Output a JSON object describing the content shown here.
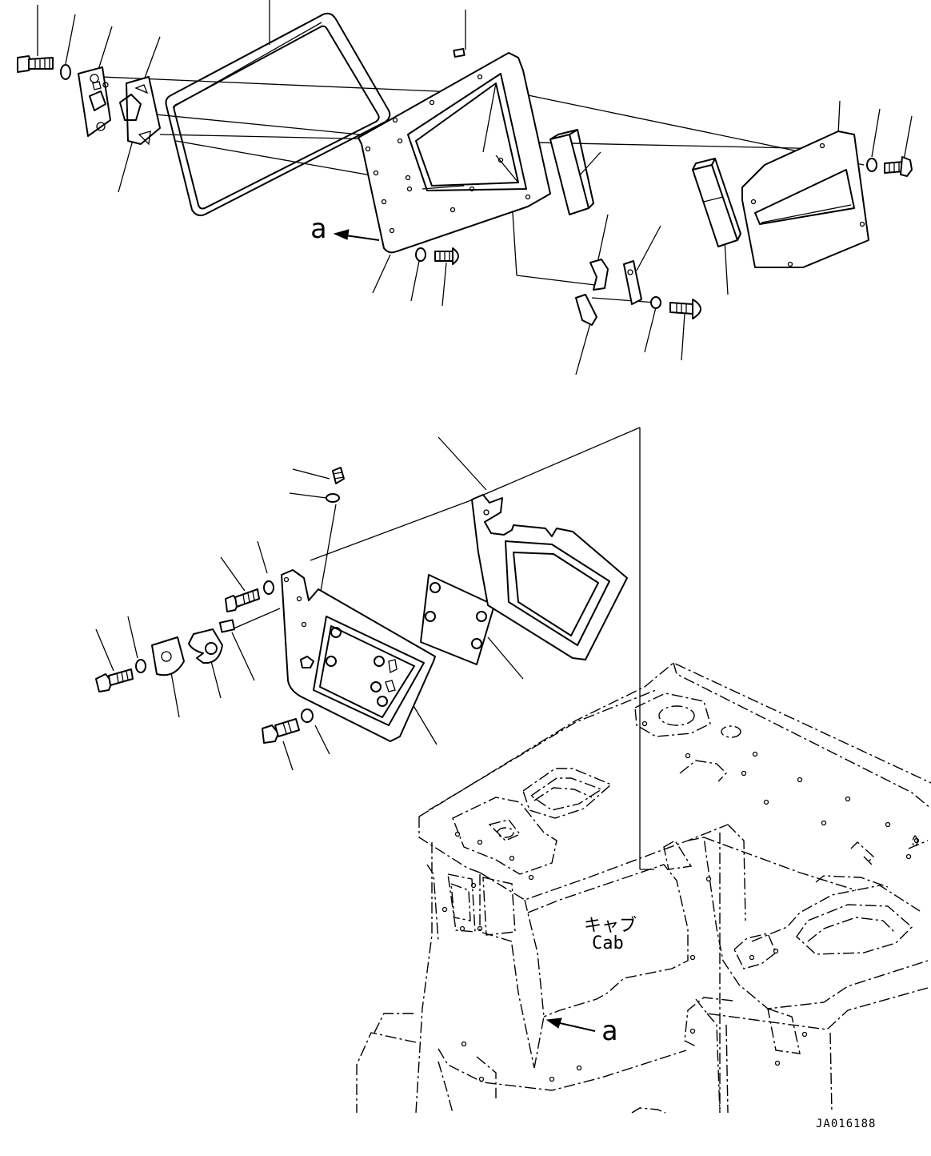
{
  "labels": {
    "view_ref_top": "a",
    "view_ref_bottom": "a",
    "cab_jp": "キャブ",
    "cab_en": "Cab",
    "drawing_id": "JA016188"
  },
  "colors": {
    "line": "#000000",
    "background": "#ffffff"
  }
}
